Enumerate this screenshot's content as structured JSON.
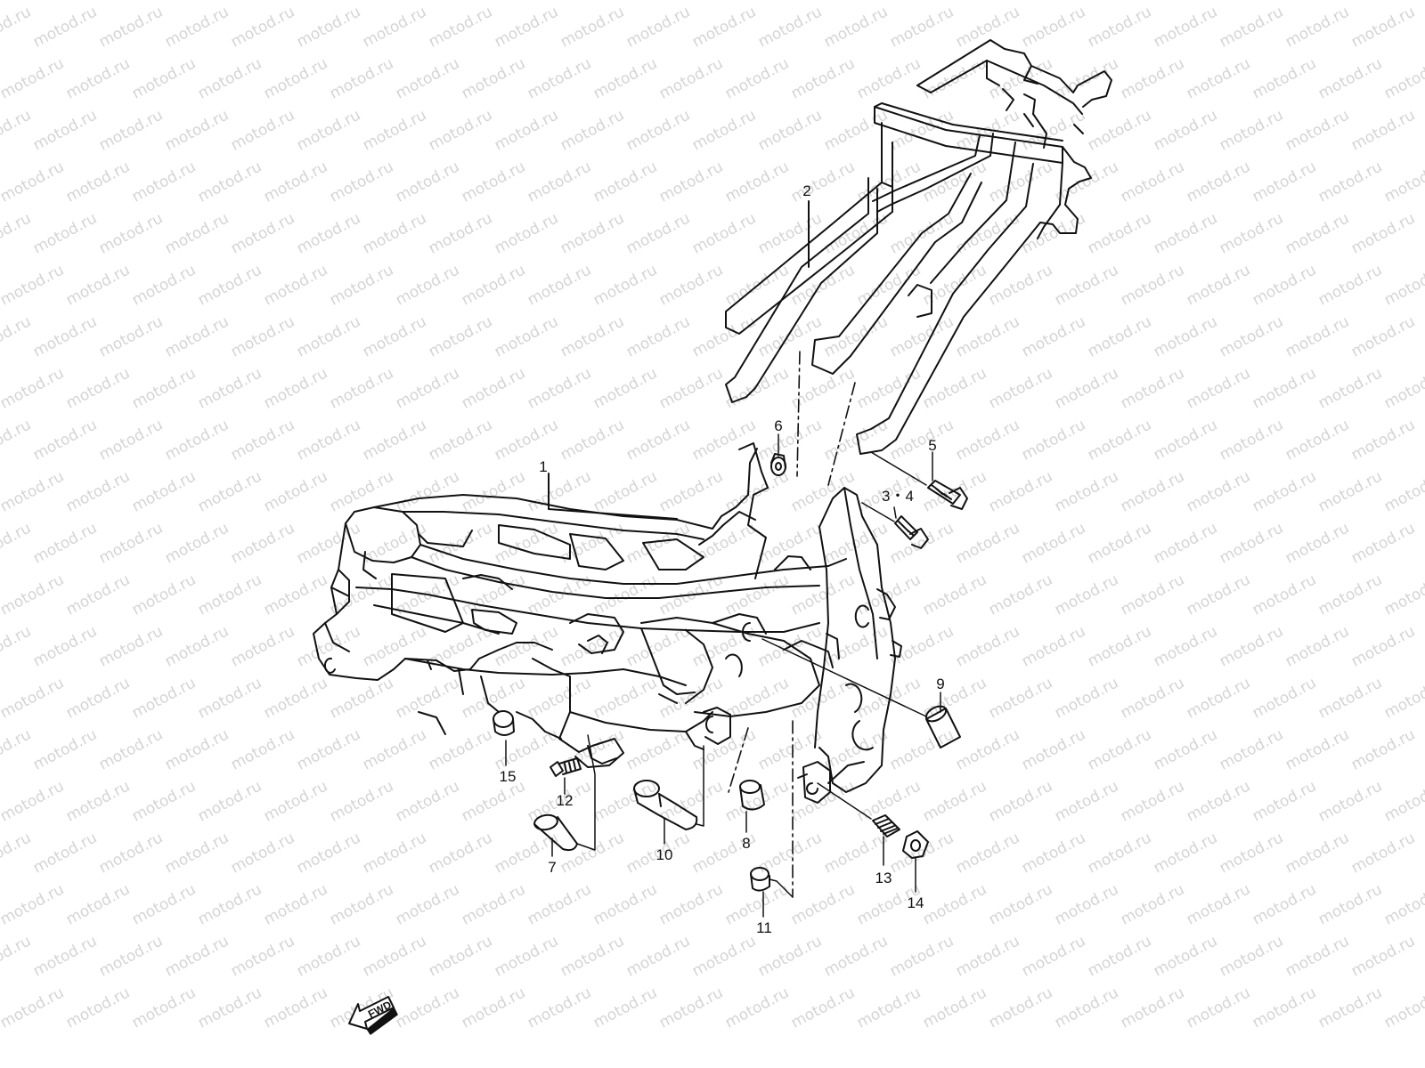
{
  "watermark": {
    "text": "motod.ru"
  },
  "colors": {
    "line": "#111111",
    "watermark": "#d4d4d4",
    "background": "#ffffff"
  },
  "callouts": {
    "c1": "1",
    "c2": "2",
    "c3_4": "3・4",
    "c5": "5",
    "c6": "6",
    "c7": "7",
    "c8": "8",
    "c9": "9",
    "c10": "10",
    "c11": "11",
    "c12": "12",
    "c13": "13",
    "c14": "14",
    "c15": "15"
  },
  "direction_badge": {
    "label": "FWD",
    "icon": "forward-arrow-icon"
  }
}
